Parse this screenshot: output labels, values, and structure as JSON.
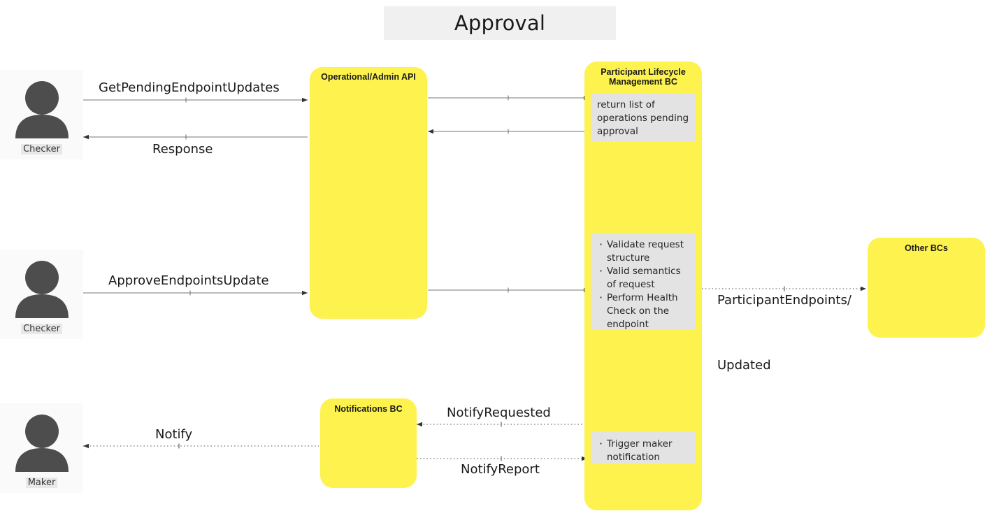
{
  "title": "Approval",
  "actors": [
    {
      "name": "Checker",
      "icon": "person-icon"
    },
    {
      "name": "Checker",
      "icon": "person-icon"
    },
    {
      "name": "Maker",
      "icon": "person-icon"
    }
  ],
  "lanes": [
    {
      "id": "operational-admin-api",
      "title": "Operational/Admin API"
    },
    {
      "id": "participant-lifecycle-management-bc",
      "title": "Participant Lifecycle Management BC"
    },
    {
      "id": "notifications-bc",
      "title": "Notifications BC"
    },
    {
      "id": "other-bcs",
      "title": "Other BCs"
    }
  ],
  "notes": [
    {
      "id": "note-return-list",
      "text": "return list of operations pending approval"
    },
    {
      "id": "note-validations",
      "items": [
        "Validate request structure",
        "Valid semantics of request",
        "Perform Health Check on the endpoint"
      ]
    },
    {
      "id": "note-trigger-maker",
      "items": [
        "Trigger maker notification"
      ]
    }
  ],
  "messages": [
    {
      "id": "get-pending-endpoint-updates",
      "label": "GetPendingEndpointUpdates",
      "style": "solid",
      "direction": "right"
    },
    {
      "id": "response",
      "label": "Response",
      "style": "solid",
      "direction": "left"
    },
    {
      "id": "approve-endpoints-update",
      "label": "ApproveEndpointsUpdate",
      "style": "solid",
      "direction": "right"
    },
    {
      "id": "participant-endpoints-updated",
      "label": "ParticipantEndpoints/\nUpdated",
      "line1": "ParticipantEndpoints/",
      "line2": "Updated",
      "style": "dotted",
      "direction": "right"
    },
    {
      "id": "notify-requested",
      "label": "NotifyRequested",
      "style": "dotted",
      "direction": "left"
    },
    {
      "id": "notify-report",
      "label": "NotifyReport",
      "style": "dotted",
      "direction": "right"
    },
    {
      "id": "notify",
      "label": "Notify",
      "style": "dotted",
      "direction": "left"
    }
  ],
  "colors": {
    "lane_fill": "#fdf24e",
    "note_fill": "#e3e3e3",
    "actor_card": "#fafafa",
    "avatar": "#4d4d4d",
    "title_banner": "#f0f0f0",
    "line": "#666666",
    "text": "#1a1a1a"
  }
}
